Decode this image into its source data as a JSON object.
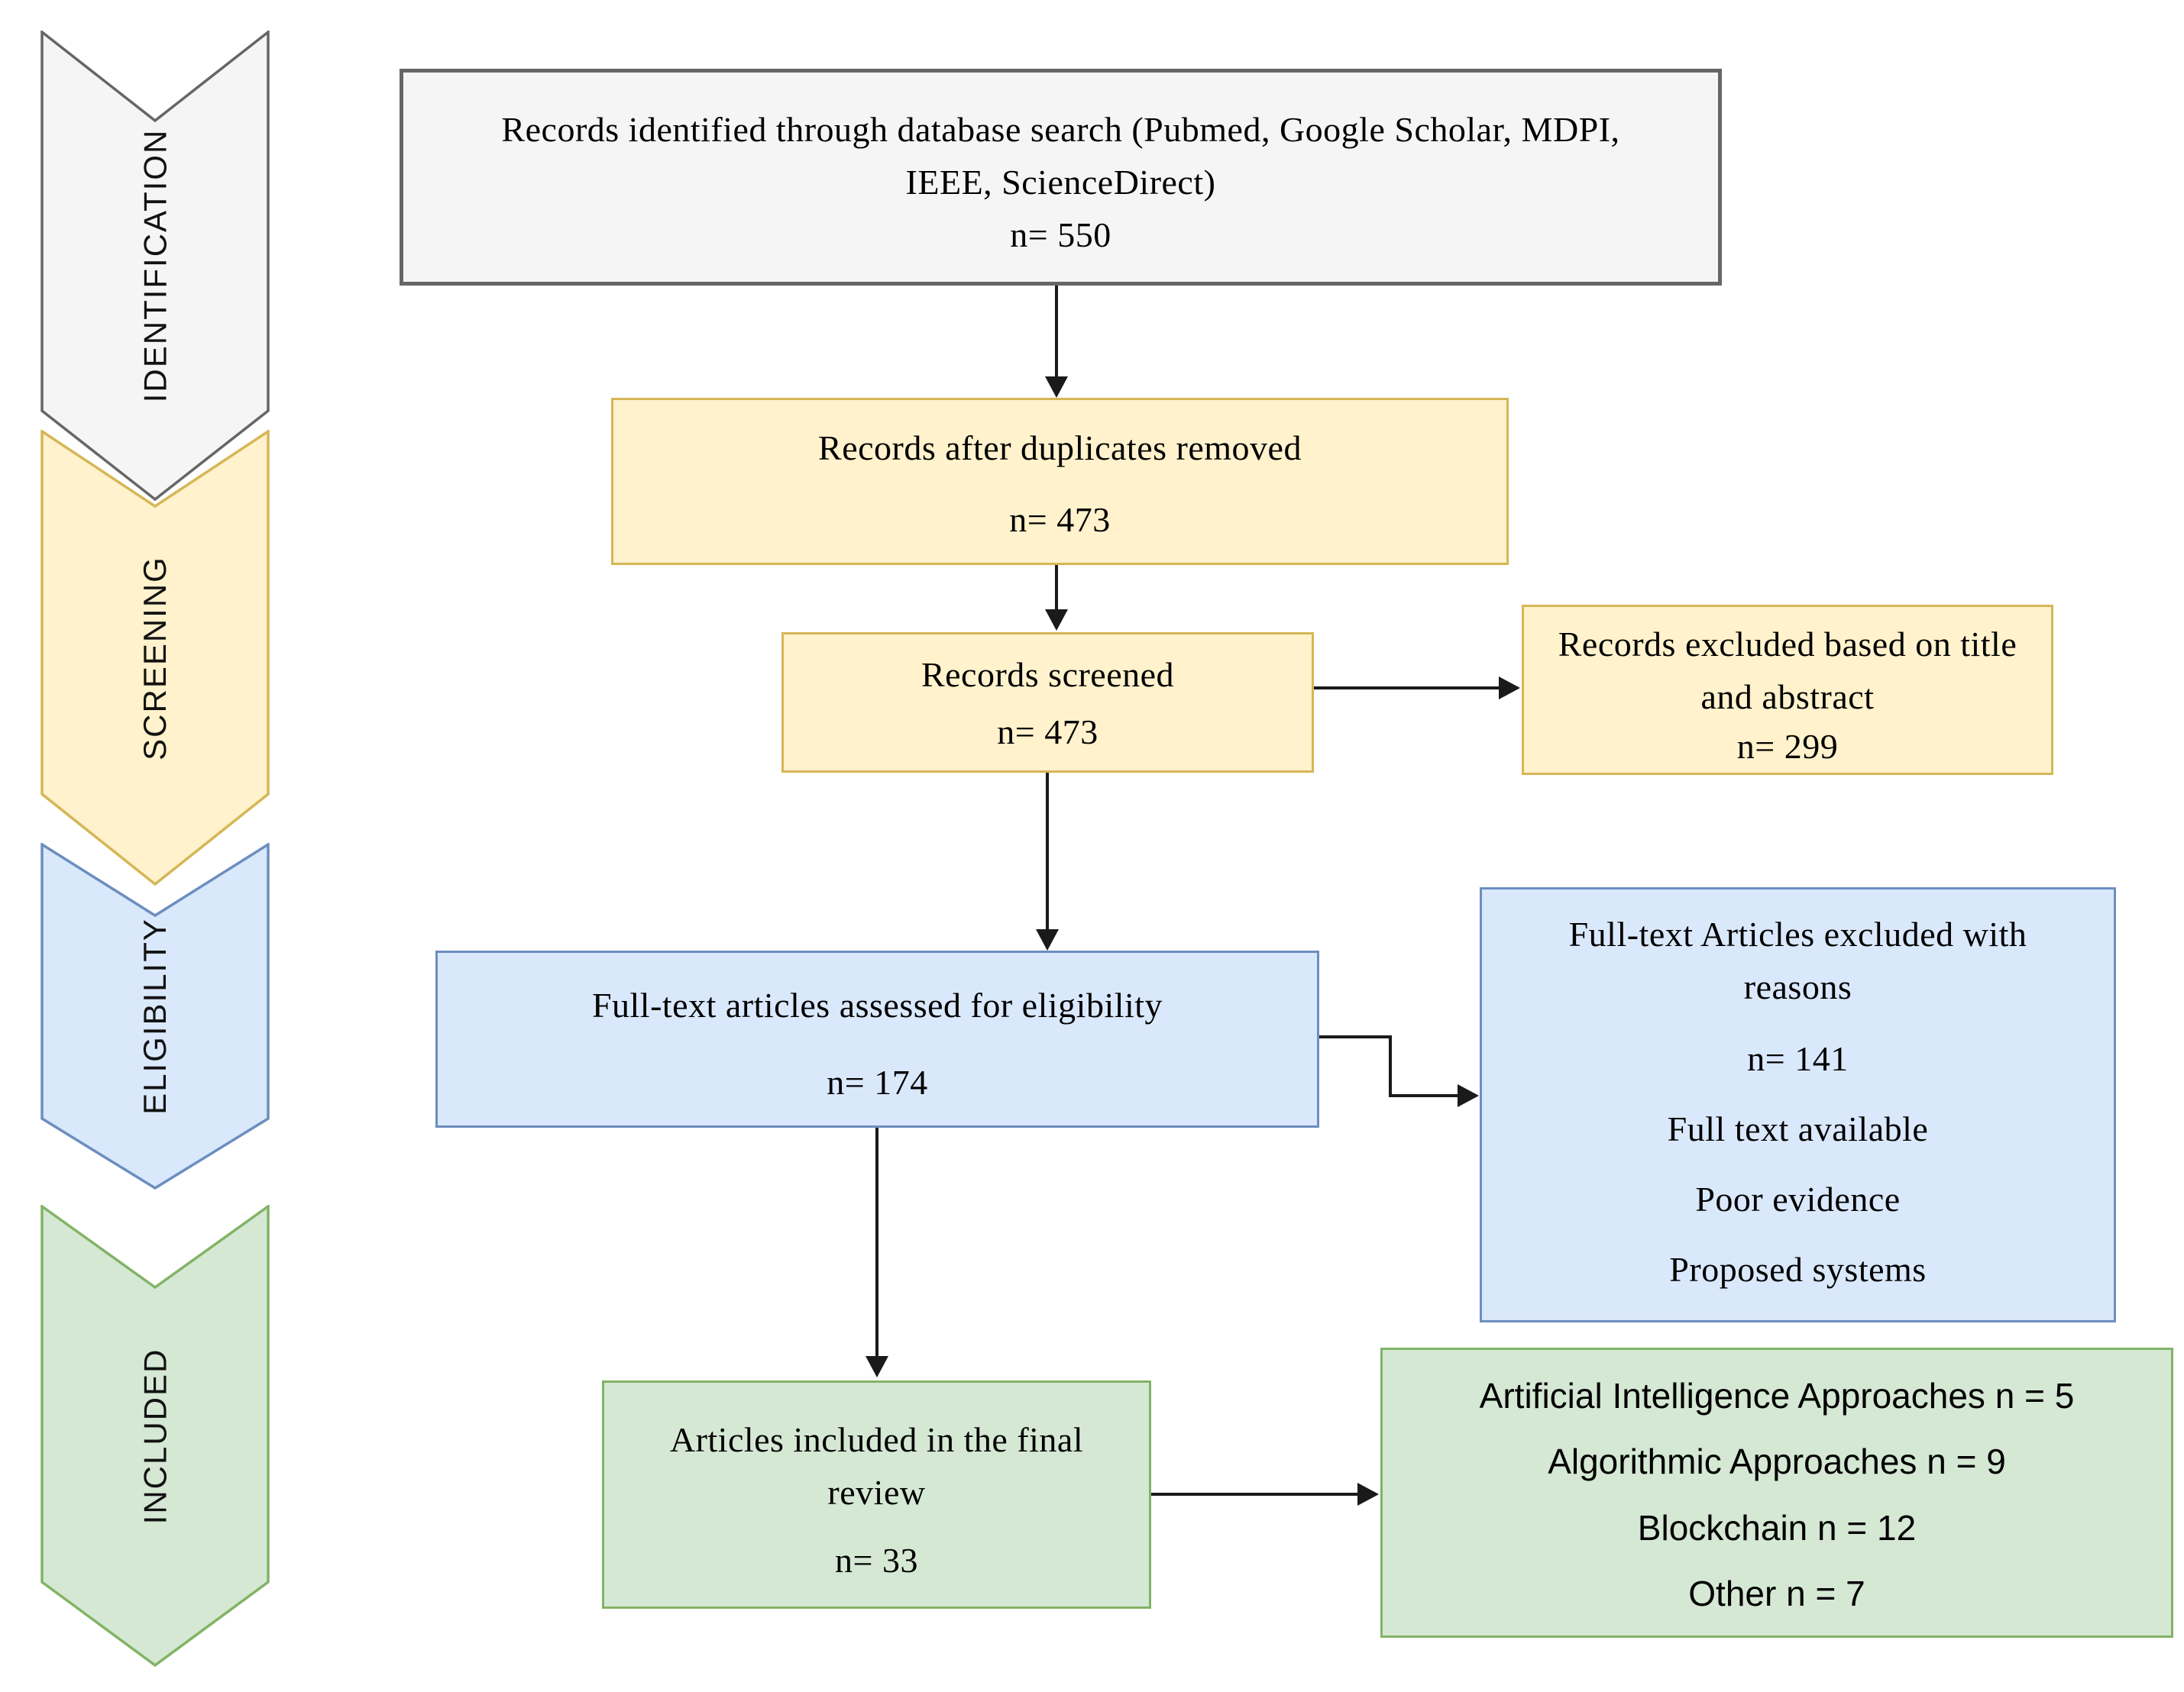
{
  "sidebar": {
    "stages": [
      {
        "label": "IDENTIFICATION"
      },
      {
        "label": "SCREENING"
      },
      {
        "label": "ELIGIBILITY"
      },
      {
        "label": "INCLUDED"
      }
    ]
  },
  "boxes": {
    "identified": {
      "text": "Records identified through database search (Pubmed, Google Scholar, MDPI, IEEE, ScienceDirect)",
      "count": "n= 550"
    },
    "duplicates_removed": {
      "text": "Records after duplicates removed",
      "count": "n= 473"
    },
    "screened": {
      "text": "Records screened",
      "count": "n= 473"
    },
    "excluded_title_abstract": {
      "text": "Records excluded based on title and abstract",
      "count": "n= 299"
    },
    "fulltext_assessed": {
      "text": "Full-text articles assessed for eligibility",
      "count": "n= 174"
    },
    "fulltext_excluded": {
      "title": "Full-text Articles excluded with reasons",
      "count": "n= 141",
      "reasons": [
        "Full text available",
        "Poor evidence",
        "Proposed systems"
      ]
    },
    "included_final": {
      "text": "Articles included in the final review",
      "count": "n= 33"
    },
    "approaches": {
      "lines": [
        "Artificial Intelligence Approaches n = 5",
        "Algorithmic Approaches n = 9",
        "Blockchain n = 12",
        "Other n = 7"
      ]
    }
  },
  "colors": {
    "gray-fill": "#f5f5f5",
    "gray-stroke": "#666666",
    "yellow-fill": "#fff2cc",
    "yellow-stroke": "#d6b656",
    "blue-fill": "#dae8fc",
    "blue-stroke": "#6c8ebf",
    "green-fill": "#d5e8d4",
    "green-stroke": "#82b366",
    "arrow": "#1a1a1a"
  }
}
